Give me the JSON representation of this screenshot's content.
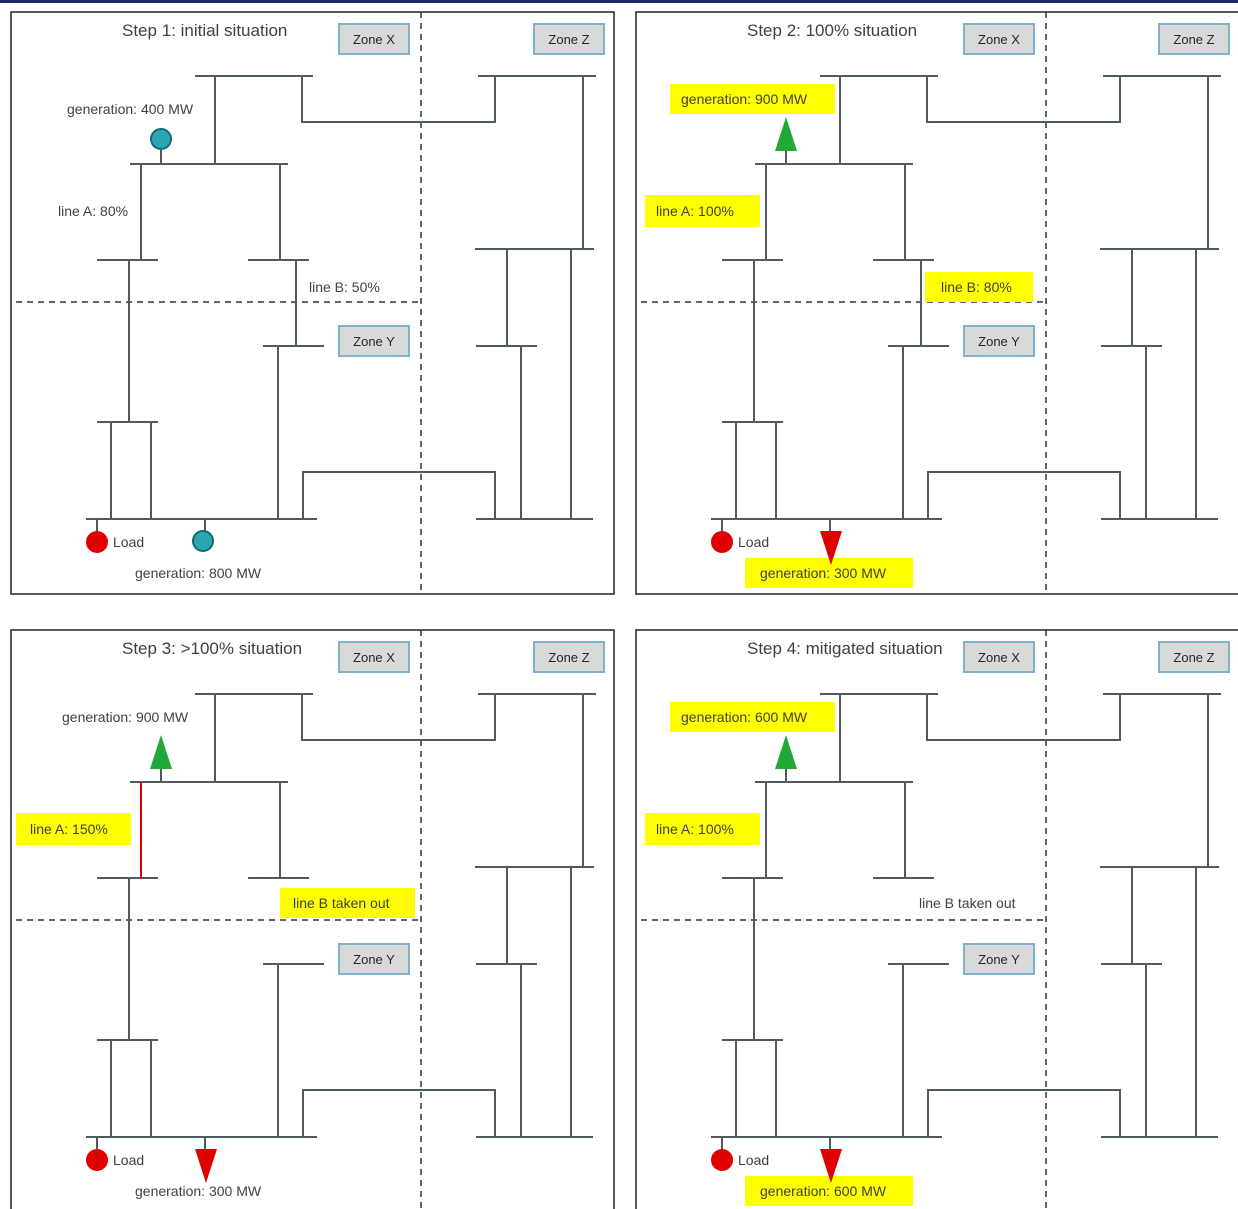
{
  "zones": {
    "x": "Zone X",
    "y": "Zone Y",
    "z": "Zone Z"
  },
  "colors": {
    "bus": "#505a5f",
    "highlight": "#ffff00",
    "overload": "#e00000",
    "generator_dot": "#2aa7b3",
    "load_dot": "#e00000",
    "up_arrow": "#22a836",
    "down_arrow": "#e00000",
    "zone_fill": "#d9d9d9",
    "zone_border": "#7fb2cf"
  },
  "panels": [
    {
      "title": "Step 1: initial situation",
      "top_gen": {
        "label": "generation:  400 MW",
        "marker": "dot",
        "highlight": false
      },
      "bottom_gen": {
        "label": "generation:  800 MW",
        "marker": "dot",
        "highlight": false
      },
      "line_a": {
        "label": "line A: 80%",
        "highlight": false,
        "overloaded": false
      },
      "line_b": {
        "label": "line B: 50%",
        "highlight": false,
        "in_service": true
      },
      "load_label": "Load"
    },
    {
      "title": "Step 2: 100% situation",
      "top_gen": {
        "label": "generation:  900 MW",
        "marker": "up",
        "highlight": true
      },
      "bottom_gen": {
        "label": "generation:  300 MW",
        "marker": "down",
        "highlight": true
      },
      "line_a": {
        "label": "line A: 100%",
        "highlight": true,
        "overloaded": false
      },
      "line_b": {
        "label": "line B: 80%",
        "highlight": true,
        "in_service": true
      },
      "load_label": "Load"
    },
    {
      "title": "Step 3: >100% situation",
      "top_gen": {
        "label": "generation:  900 MW",
        "marker": "up",
        "highlight": false
      },
      "bottom_gen": {
        "label": "generation:  300 MW",
        "marker": "down",
        "highlight": false
      },
      "line_a": {
        "label": "line A: 150%",
        "highlight": true,
        "overloaded": true
      },
      "line_b": {
        "label": "line B taken out",
        "highlight": true,
        "in_service": false
      },
      "load_label": "Load"
    },
    {
      "title": "Step 4: mitigated situation",
      "top_gen": {
        "label": "generation:  600 MW",
        "marker": "up",
        "highlight": true
      },
      "bottom_gen": {
        "label": "generation:  600 MW",
        "marker": "down",
        "highlight": true
      },
      "line_a": {
        "label": "line A: 100%",
        "highlight": true,
        "overloaded": false
      },
      "line_b": {
        "label": "line B taken out",
        "highlight": false,
        "in_service": false
      },
      "load_label": "Load"
    }
  ]
}
